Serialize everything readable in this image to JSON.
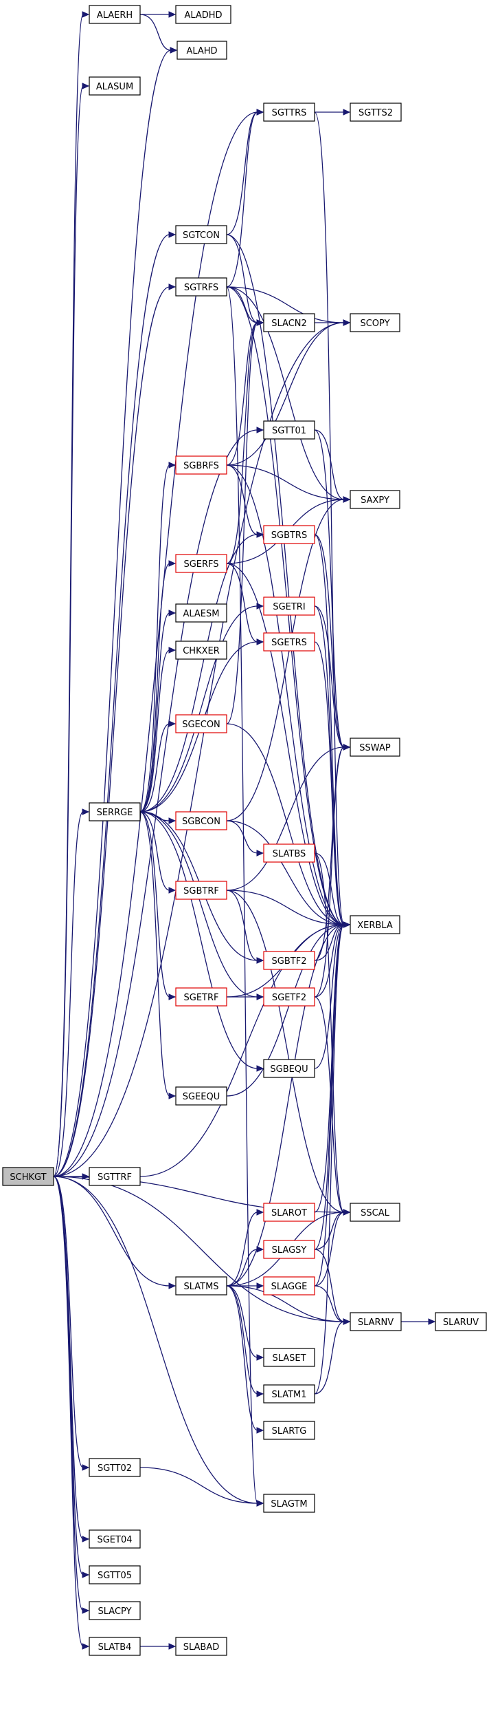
{
  "graph": {
    "root": "SCHKGT",
    "nodes": [
      {
        "id": "SCHKGT",
        "label": "SCHKGT",
        "style": "root"
      },
      {
        "id": "ALAERH",
        "label": "ALAERH",
        "style": "normal"
      },
      {
        "id": "ALADHD",
        "label": "ALADHD",
        "style": "normal"
      },
      {
        "id": "ALAHD",
        "label": "ALAHD",
        "style": "normal"
      },
      {
        "id": "ALASUM",
        "label": "ALASUM",
        "style": "normal"
      },
      {
        "id": "SGTTRS",
        "label": "SGTTRS",
        "style": "normal"
      },
      {
        "id": "SGTTS2",
        "label": "SGTTS2",
        "style": "normal"
      },
      {
        "id": "SGTCON",
        "label": "SGTCON",
        "style": "normal"
      },
      {
        "id": "SGTRFS",
        "label": "SGTRFS",
        "style": "normal"
      },
      {
        "id": "SLACN2",
        "label": "SLACN2",
        "style": "normal"
      },
      {
        "id": "SCOPY",
        "label": "SCOPY",
        "style": "normal"
      },
      {
        "id": "SGTT01",
        "label": "SGTT01",
        "style": "normal"
      },
      {
        "id": "SGBRFS",
        "label": "SGBRFS",
        "style": "red"
      },
      {
        "id": "SAXPY",
        "label": "SAXPY",
        "style": "normal"
      },
      {
        "id": "SGBTRS",
        "label": "SGBTRS",
        "style": "red"
      },
      {
        "id": "SGERFS",
        "label": "SGERFS",
        "style": "red"
      },
      {
        "id": "SGETRI",
        "label": "SGETRI",
        "style": "red"
      },
      {
        "id": "ALAESM",
        "label": "ALAESM",
        "style": "normal"
      },
      {
        "id": "SGETRS",
        "label": "SGETRS",
        "style": "red"
      },
      {
        "id": "CHKXER",
        "label": "CHKXER",
        "style": "normal"
      },
      {
        "id": "SGECON",
        "label": "SGECON",
        "style": "red"
      },
      {
        "id": "SSWAP",
        "label": "SSWAP",
        "style": "normal"
      },
      {
        "id": "SERRGE",
        "label": "SERRGE",
        "style": "normal"
      },
      {
        "id": "SGBCON",
        "label": "SGBCON",
        "style": "red"
      },
      {
        "id": "SLATBS",
        "label": "SLATBS",
        "style": "red"
      },
      {
        "id": "SGBTRF",
        "label": "SGBTRF",
        "style": "red"
      },
      {
        "id": "XERBLA",
        "label": "XERBLA",
        "style": "normal"
      },
      {
        "id": "SGBTF2",
        "label": "SGBTF2",
        "style": "red"
      },
      {
        "id": "SGETRF",
        "label": "SGETRF",
        "style": "red"
      },
      {
        "id": "SGETF2",
        "label": "SGETF2",
        "style": "red"
      },
      {
        "id": "SGBEQU",
        "label": "SGBEQU",
        "style": "normal"
      },
      {
        "id": "SGEEQU",
        "label": "SGEEQU",
        "style": "normal"
      },
      {
        "id": "SGTTRF",
        "label": "SGTTRF",
        "style": "normal"
      },
      {
        "id": "SLAROT",
        "label": "SLAROT",
        "style": "red"
      },
      {
        "id": "SSCAL",
        "label": "SSCAL",
        "style": "normal"
      },
      {
        "id": "SLAGSY",
        "label": "SLAGSY",
        "style": "red"
      },
      {
        "id": "SLATMS",
        "label": "SLATMS",
        "style": "normal"
      },
      {
        "id": "SLAGGE",
        "label": "SLAGGE",
        "style": "red"
      },
      {
        "id": "SLARNV",
        "label": "SLARNV",
        "style": "normal"
      },
      {
        "id": "SLARUV",
        "label": "SLARUV",
        "style": "normal"
      },
      {
        "id": "SLASET",
        "label": "SLASET",
        "style": "normal"
      },
      {
        "id": "SLATM1",
        "label": "SLATM1",
        "style": "normal"
      },
      {
        "id": "SLARTG",
        "label": "SLARTG",
        "style": "normal"
      },
      {
        "id": "SGTT02",
        "label": "SGTT02",
        "style": "normal"
      },
      {
        "id": "SLAGTM",
        "label": "SLAGTM",
        "style": "normal"
      },
      {
        "id": "SGET04",
        "label": "SGET04",
        "style": "normal"
      },
      {
        "id": "SGTT05",
        "label": "SGTT05",
        "style": "normal"
      },
      {
        "id": "SLACPY",
        "label": "SLACPY",
        "style": "normal"
      },
      {
        "id": "SLATB4",
        "label": "SLATB4",
        "style": "normal"
      },
      {
        "id": "SLABAD",
        "label": "SLABAD",
        "style": "normal"
      }
    ],
    "edges": [
      [
        "SCHKGT",
        "ALAERH"
      ],
      [
        "SCHKGT",
        "ALAHD"
      ],
      [
        "SCHKGT",
        "ALASUM"
      ],
      [
        "SCHKGT",
        "SGTTRS"
      ],
      [
        "SCHKGT",
        "SCOPY"
      ],
      [
        "SCHKGT",
        "SGTCON"
      ],
      [
        "SCHKGT",
        "SGTRFS"
      ],
      [
        "SCHKGT",
        "SGTT01"
      ],
      [
        "SCHKGT",
        "SERRGE"
      ],
      [
        "SCHKGT",
        "SGTTRF"
      ],
      [
        "SCHKGT",
        "SLATMS"
      ],
      [
        "SCHKGT",
        "SSCAL"
      ],
      [
        "SCHKGT",
        "SLARNV"
      ],
      [
        "SCHKGT",
        "SGTT02"
      ],
      [
        "SCHKGT",
        "SLAGTM"
      ],
      [
        "SCHKGT",
        "SGET04"
      ],
      [
        "SCHKGT",
        "SGTT05"
      ],
      [
        "SCHKGT",
        "SLACPY"
      ],
      [
        "SCHKGT",
        "SLATB4"
      ],
      [
        "ALAERH",
        "ALADHD"
      ],
      [
        "ALAERH",
        "ALAHD"
      ],
      [
        "SGTTRS",
        "SGTTS2"
      ],
      [
        "SGTTRS",
        "XERBLA"
      ],
      [
        "SGTCON",
        "SGTTRS"
      ],
      [
        "SGTCON",
        "SLACN2"
      ],
      [
        "SGTCON",
        "XERBLA"
      ],
      [
        "SGTRFS",
        "SGTTRS"
      ],
      [
        "SGTRFS",
        "SLACN2"
      ],
      [
        "SGTRFS",
        "SCOPY"
      ],
      [
        "SGTRFS",
        "SAXPY"
      ],
      [
        "SGTRFS",
        "XERBLA"
      ],
      [
        "SGTRFS",
        "SLAGTM"
      ],
      [
        "SLACN2",
        "SCOPY"
      ],
      [
        "SGTT01",
        "SAXPY"
      ],
      [
        "SGTT01",
        "SSWAP"
      ],
      [
        "SGBRFS",
        "SLACN2"
      ],
      [
        "SGBRFS",
        "SCOPY"
      ],
      [
        "SGBRFS",
        "SAXPY"
      ],
      [
        "SGBRFS",
        "SGBTRS"
      ],
      [
        "SGBRFS",
        "XERBLA"
      ],
      [
        "SGBTRS",
        "SSWAP"
      ],
      [
        "SGBTRS",
        "XERBLA"
      ],
      [
        "SGERFS",
        "SLACN2"
      ],
      [
        "SGERFS",
        "SAXPY"
      ],
      [
        "SGERFS",
        "SGETRS"
      ],
      [
        "SGERFS",
        "XERBLA"
      ],
      [
        "SGETRI",
        "SSWAP"
      ],
      [
        "SGETRI",
        "XERBLA"
      ],
      [
        "SGETRS",
        "XERBLA"
      ],
      [
        "SGECON",
        "SLACN2"
      ],
      [
        "SGECON",
        "XERBLA"
      ],
      [
        "SERRGE",
        "SGBRFS"
      ],
      [
        "SERRGE",
        "SGERFS"
      ],
      [
        "SERRGE",
        "ALAESM"
      ],
      [
        "SERRGE",
        "CHKXER"
      ],
      [
        "SERRGE",
        "SGECON"
      ],
      [
        "SERRGE",
        "SGBCON"
      ],
      [
        "SERRGE",
        "SGBTRF"
      ],
      [
        "SERRGE",
        "SGBTF2"
      ],
      [
        "SERRGE",
        "SGETRF"
      ],
      [
        "SERRGE",
        "SGETF2"
      ],
      [
        "SERRGE",
        "SGBEQU"
      ],
      [
        "SERRGE",
        "SGEEQU"
      ],
      [
        "SERRGE",
        "SGBTRS"
      ],
      [
        "SERRGE",
        "SGETRI"
      ],
      [
        "SERRGE",
        "SGETRS"
      ],
      [
        "SGBCON",
        "SLATBS"
      ],
      [
        "SGBCON",
        "SAXPY"
      ],
      [
        "SGBCON",
        "XERBLA"
      ],
      [
        "SLATBS",
        "XERBLA"
      ],
      [
        "SLATBS",
        "SSCAL"
      ],
      [
        "SGBTRF",
        "SGBTF2"
      ],
      [
        "SGBTRF",
        "SSWAP"
      ],
      [
        "SGBTRF",
        "XERBLA"
      ],
      [
        "SGBTRF",
        "SSCAL"
      ],
      [
        "SGBTF2",
        "SSWAP"
      ],
      [
        "SGBTF2",
        "XERBLA"
      ],
      [
        "SGETRF",
        "SGETF2"
      ],
      [
        "SGETRF",
        "XERBLA"
      ],
      [
        "SGETF2",
        "SSWAP"
      ],
      [
        "SGETF2",
        "XERBLA"
      ],
      [
        "SGETF2",
        "SSCAL"
      ],
      [
        "SGBEQU",
        "XERBLA"
      ],
      [
        "SGEEQU",
        "XERBLA"
      ],
      [
        "SGTTRF",
        "XERBLA"
      ],
      [
        "SLAROT",
        "XERBLA"
      ],
      [
        "SLAGSY",
        "XERBLA"
      ],
      [
        "SLAGSY",
        "SSCAL"
      ],
      [
        "SLAGSY",
        "SLARNV"
      ],
      [
        "SLATMS",
        "SLAROT"
      ],
      [
        "SLATMS",
        "SLAGSY"
      ],
      [
        "SLATMS",
        "SLAGGE"
      ],
      [
        "SLATMS",
        "XERBLA"
      ],
      [
        "SLATMS",
        "SSCAL"
      ],
      [
        "SLATMS",
        "SLASET"
      ],
      [
        "SLATMS",
        "SLATM1"
      ],
      [
        "SLATMS",
        "SLARTG"
      ],
      [
        "SLATMS",
        "SLARNV"
      ],
      [
        "SLAGGE",
        "XERBLA"
      ],
      [
        "SLAGGE",
        "SSCAL"
      ],
      [
        "SLAGGE",
        "SLARNV"
      ],
      [
        "SLARNV",
        "SLARUV"
      ],
      [
        "SLATM1",
        "XERBLA"
      ],
      [
        "SLATM1",
        "SLARNV"
      ],
      [
        "SGTT02",
        "SLAGTM"
      ],
      [
        "SLATB4",
        "SLABAD"
      ]
    ]
  }
}
